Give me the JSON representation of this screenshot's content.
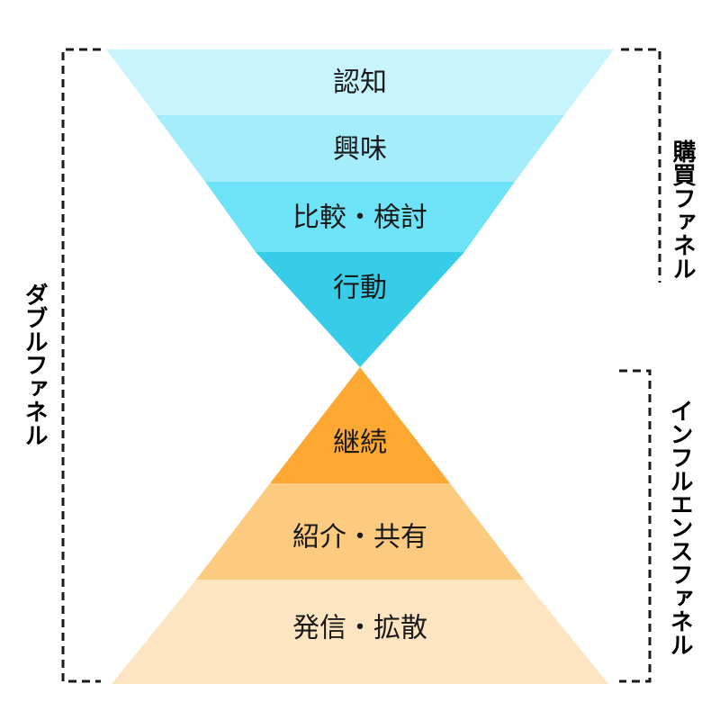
{
  "purchase_funnel": {
    "stages": [
      {
        "label": "認知",
        "color": "#c8f4fd"
      },
      {
        "label": "興味",
        "color": "#a6edfb"
      },
      {
        "label": "比較・検討",
        "color": "#6ee3f8"
      },
      {
        "label": "行動",
        "color": "#37cde9"
      }
    ]
  },
  "influence_funnel": {
    "stages": [
      {
        "label": "継続",
        "color": "#fda832"
      },
      {
        "label": "紹介・共有",
        "color": "#fdcb80"
      },
      {
        "label": "発信・拡散",
        "color": "#fde5c2"
      }
    ]
  },
  "labels": {
    "double_funnel": "ダブルファネル",
    "purchase_funnel": "購買ファネル",
    "influence_funnel": "インフルエンスファネル"
  },
  "colors": {
    "bracket": "#1a1a1a",
    "text": "#1a1a1a"
  }
}
